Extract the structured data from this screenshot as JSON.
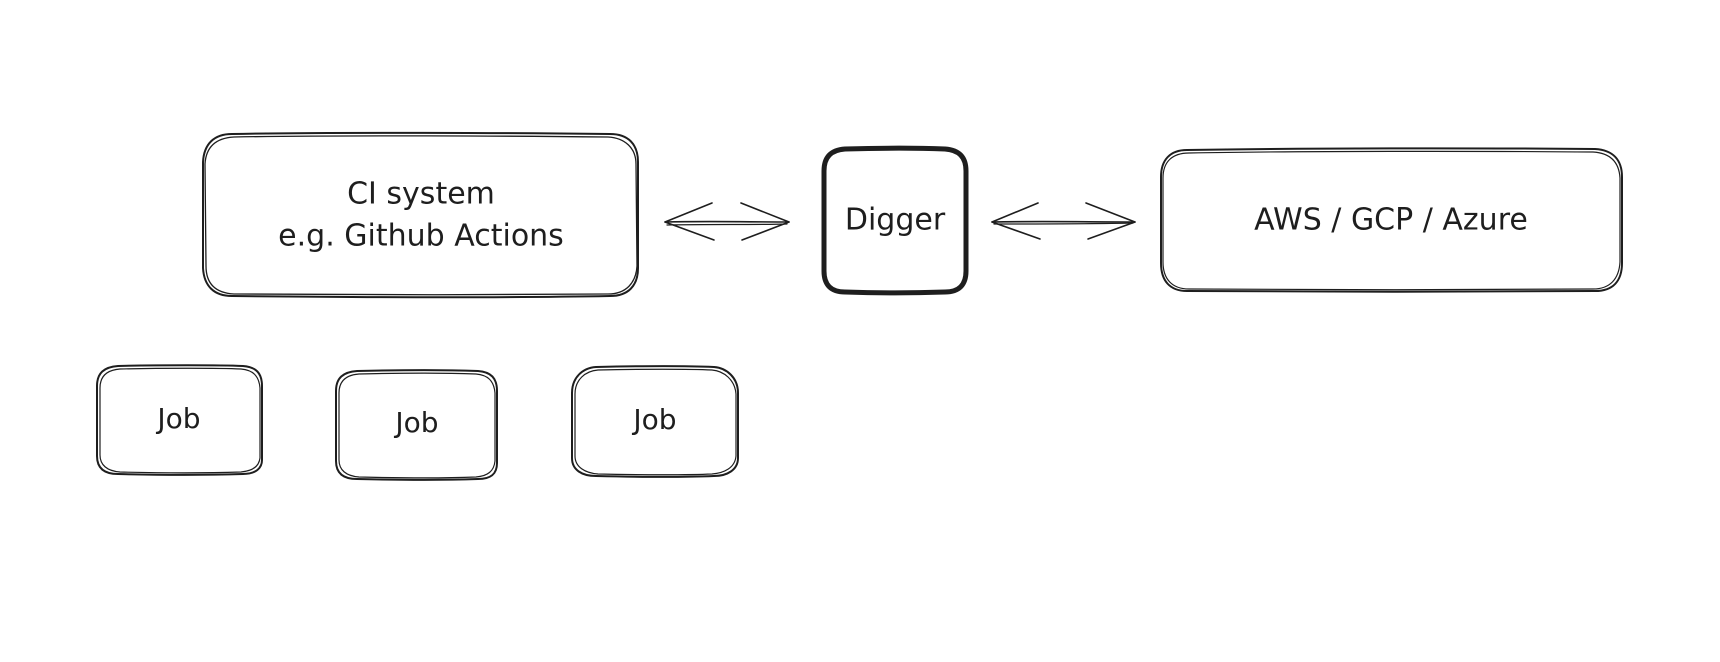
{
  "nodes": {
    "ci_system": {
      "lines": [
        "CI system",
        "e.g. Github Actions"
      ]
    },
    "digger": {
      "label": "Digger"
    },
    "cloud": {
      "label": "AWS / GCP / Azure"
    },
    "jobs": [
      {
        "label": "Job"
      },
      {
        "label": "Job"
      },
      {
        "label": "Job"
      }
    ]
  },
  "edges": [
    {
      "from": "ci_system",
      "to": "digger",
      "direction": "both"
    },
    {
      "from": "digger",
      "to": "cloud",
      "direction": "both"
    }
  ],
  "colors": {
    "stroke": "#1e1e1e",
    "background": "#ffffff"
  }
}
